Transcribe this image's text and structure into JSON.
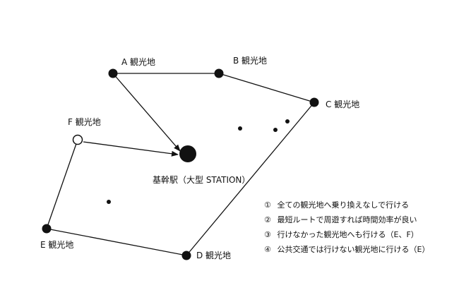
{
  "nodes": {
    "a": {
      "label": "A 観光地"
    },
    "b": {
      "label": "B 観光地"
    },
    "c": {
      "label": "C 観光地"
    },
    "d": {
      "label": "D 観光地"
    },
    "e": {
      "label": "E 観光地"
    },
    "f": {
      "label": "F 観光地"
    },
    "hub": {
      "label": "基幹駅（大型 STATION）"
    }
  },
  "legend": [
    {
      "num": "①",
      "text": "全ての観光地へ乗り換えなしで行ける"
    },
    {
      "num": "②",
      "text": "最短ルートで周遊すれば時間効率が良い"
    },
    {
      "num": "③",
      "text": "行けなかった観光地へも行ける（E、F）"
    },
    {
      "num": "④",
      "text": "公共交通では行けない観光地に行ける（E）"
    }
  ],
  "colors": {
    "ink": "#111111",
    "background": "#ffffff"
  }
}
